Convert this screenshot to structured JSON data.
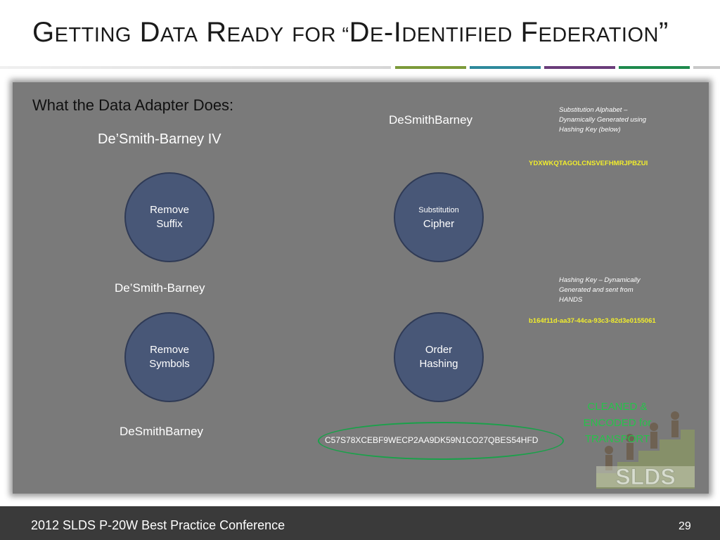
{
  "title": {
    "g": "G",
    "etting": "ETTING",
    "d": "D",
    "ata": "ATA",
    "r": "R",
    "eady": "EADY",
    "for_open": "FOR “",
    "d2": "D",
    "e": "E",
    "dash_i": "-I",
    "dentified": "DENTIFIED",
    "f": "F",
    "ederation": "EDERATION",
    "close": "”"
  },
  "header_stripes": [
    "#7c9a3a",
    "#2e8a9c",
    "#6a3d7a",
    "#1e8a4d",
    "#c9c9c9"
  ],
  "panel": {
    "heading": "What the Data Adapter Does:",
    "input_name": "De’Smith-Barney IV",
    "after_suffix": "De’Smith-Barney",
    "after_symbols": "DeSmithBarney",
    "after_ordering": "DeSmithBarney",
    "hash_output": "C57S78XCEBF9WECP2AA9DK59N1CO27QBES54HFD"
  },
  "steps": {
    "remove_suffix": {
      "line1": "Remove",
      "line2": "Suffix"
    },
    "substitution_cipher": {
      "line1": "Substitution",
      "line2": "Cipher"
    },
    "remove_symbols": {
      "line1": "Remove",
      "line2": "Symbols"
    },
    "order_hashing": {
      "line1": "Order",
      "line2": "Hashing"
    }
  },
  "notes": {
    "alphabet_label": "Substitution Alphabet – Dynamically Generated using Hashing Key (below)",
    "alphabet_value": "YDXWKQTAGOLCNSVEFHMRJPBZUI",
    "hashing_key_label": "Hashing Key – Dynamically Generated and sent from HANDS",
    "hashing_key_value": "b164f11d-aa37-44ca-93c3-82d3e0155061"
  },
  "status_note": "CLEANED & ENCODED for TRANSPORT",
  "logo_text": "SLDS",
  "footer": {
    "conference": "2012 SLDS P-20W Best Practice Conference",
    "page_number": "29"
  }
}
